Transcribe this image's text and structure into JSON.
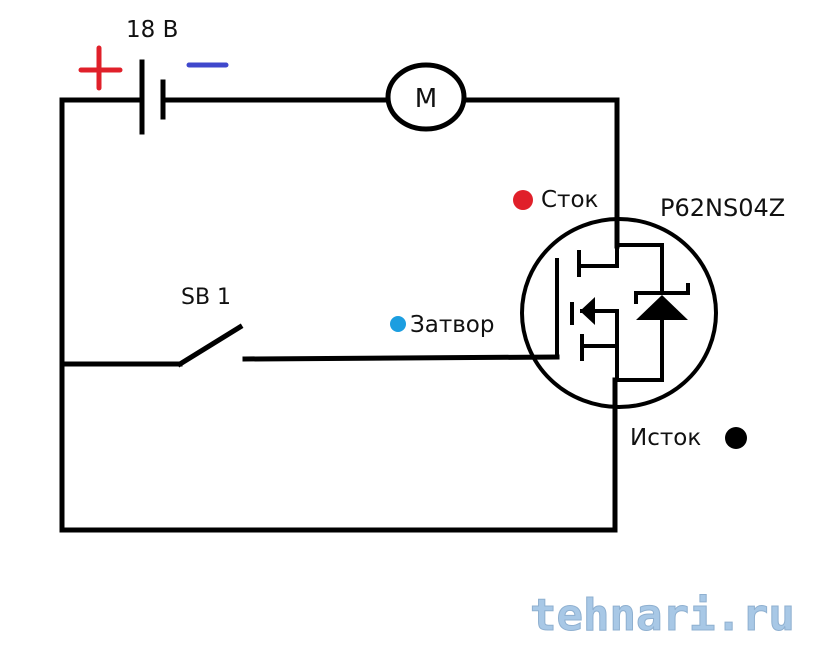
{
  "diagram": {
    "title": "MOSFET motor switch circuit",
    "battery": {
      "label": "18 В",
      "plus_symbol": "+",
      "minus_symbol": "−",
      "plus_color": "#e0202a",
      "minus_color": "#3f48cc"
    },
    "motor": {
      "label": "M"
    },
    "switch": {
      "label": "SB 1"
    },
    "transistor": {
      "part_number": "P62NS04Z",
      "drain": {
        "label": "Сток",
        "marker_color": "#e0202a"
      },
      "gate": {
        "label": "Затвор",
        "marker_color": "#1c9ee0"
      },
      "source": {
        "label": "Исток",
        "marker_color": "#000000"
      }
    },
    "watermark": {
      "text": "tehnari.ru",
      "color": "#a8c8e6"
    }
  }
}
